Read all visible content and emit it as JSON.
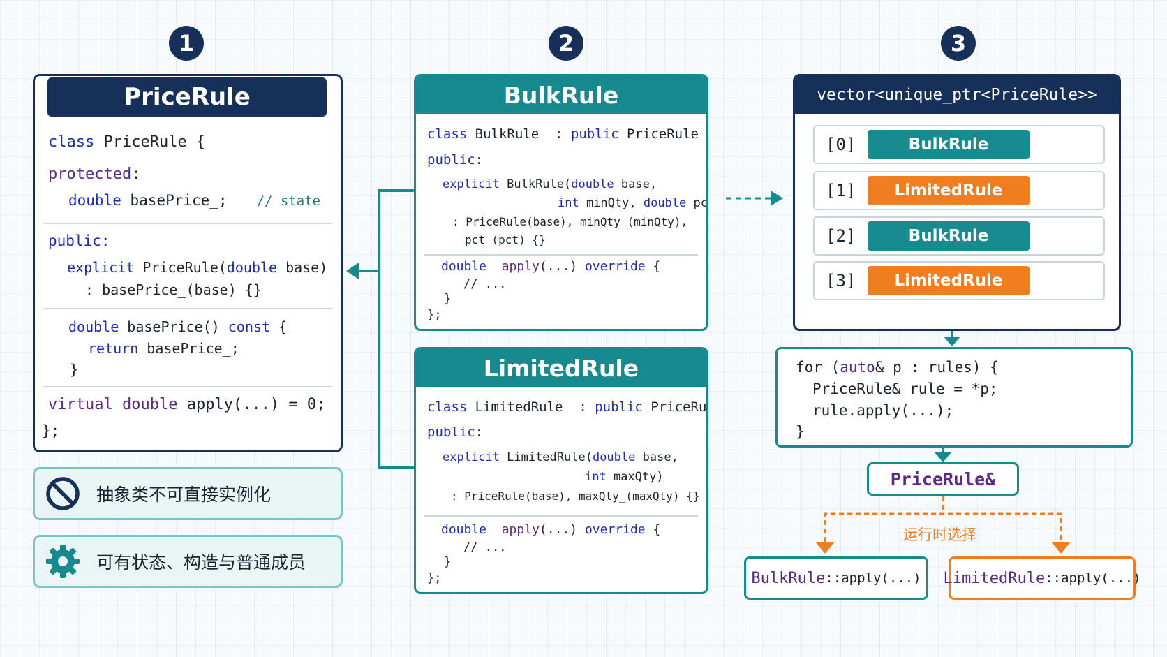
{
  "steps": [
    "1",
    "2",
    "3"
  ],
  "price_rule": {
    "title": "PriceRule",
    "code": {
      "l1_kw": "class",
      "l1_rest": " PriceRule {",
      "l2_kw": "protected",
      "l2_rest": ":",
      "l3_kw": "double",
      "l3_rest": " basePrice_;",
      "l3_comment": "// state",
      "l4_kw": "public",
      "l4_rest": ":",
      "l5_kw": "explicit",
      "l5_mid": " PriceRule(",
      "l5_kw2": "double",
      "l5_rest": " base)",
      "l6": ": basePrice_(base) {}",
      "l7_kw": "double",
      "l7_mid": " basePrice() ",
      "l7_kw2": "const",
      "l7_rest": " {",
      "l8_kw": "return",
      "l8_rest": " basePrice_;",
      "l9": "}",
      "l10_kw": "virtual",
      "l10_kw2": "double",
      "l10_rest": " apply(...) = 0;",
      "l11": "};"
    }
  },
  "notes": {
    "abstract": "抽象类不可直接实例化",
    "stateful": "可有状态、构造与普通成员"
  },
  "bulk_rule": {
    "title": "BulkRule",
    "code": {
      "l1_kw": "class",
      "l1_mid": " BulkRule  : ",
      "l1_kw2": "public",
      "l1_rest": " PriceRule {",
      "l2_kw": "public",
      "l2_rest": ":",
      "l3_kw": "explicit",
      "l3_mid": " BulkRule(",
      "l3_kw2": "double",
      "l3_rest": " base,",
      "l4_kw": "int",
      "l4_mid": " minQty, ",
      "l4_kw2": "double",
      "l4_rest": " pct)",
      "l5": ": PriceRule(base), minQty_(minQty),",
      "l6": "pct_(pct) {}",
      "l7_kw": "double",
      "l7_mid": "  ",
      "l7_fn": "apply",
      "l7_mid2": "(...) ",
      "l7_kw2": "override",
      "l7_rest": " {",
      "l8": "// ...",
      "l9": "}",
      "l10": "};"
    }
  },
  "limited_rule": {
    "title": "LimitedRule",
    "code": {
      "l1_kw": "class",
      "l1_mid": " LimitedRule  : ",
      "l1_kw2": "public",
      "l1_rest": " PriceRule {",
      "l2_kw": "public",
      "l2_rest": ":",
      "l3_kw": "explicit",
      "l3_mid": " LimitedRule(",
      "l3_kw2": "double",
      "l3_rest": " base,",
      "l4_kw": "int",
      "l4_rest": " maxQty)",
      "l5": ": PriceRule(base), maxQty_(maxQty) {}",
      "l7_kw": "double",
      "l7_mid": "  ",
      "l7_fn": "apply",
      "l7_mid2": "(...) ",
      "l7_kw2": "override",
      "l7_rest": " {",
      "l8": "// ...",
      "l9": "}",
      "l10": "};"
    }
  },
  "container": {
    "title": "vector<unique_ptr<PriceRule>>",
    "slots": [
      {
        "index": "[0]",
        "type": "BulkRule"
      },
      {
        "index": "[1]",
        "type": "LimitedRule"
      },
      {
        "index": "[2]",
        "type": "BulkRule"
      },
      {
        "index": "[3]",
        "type": "LimitedRule"
      }
    ]
  },
  "loop": {
    "l1_kw": "for",
    "l1_mid": " (",
    "l1_kw2": "auto",
    "l1_rest": "& p : rules) {",
    "l2": "PriceRule& rule = *p;",
    "l3": "rule.apply(...);",
    "l4": "}"
  },
  "dispatch": {
    "ref_label": "PriceRule&",
    "runtime_label": "运行时选择",
    "bulk_call_cls": "BulkRule",
    "bulk_call_rest": "::apply(...)",
    "limited_call_cls": "LimitedRule",
    "limited_call_rest": "::apply(...)"
  },
  "colors": {
    "navy": "#17305a",
    "teal": "#168a8f",
    "orange": "#f07d20",
    "keyword": "#1c2bb8",
    "purple": "#5b2a86"
  }
}
